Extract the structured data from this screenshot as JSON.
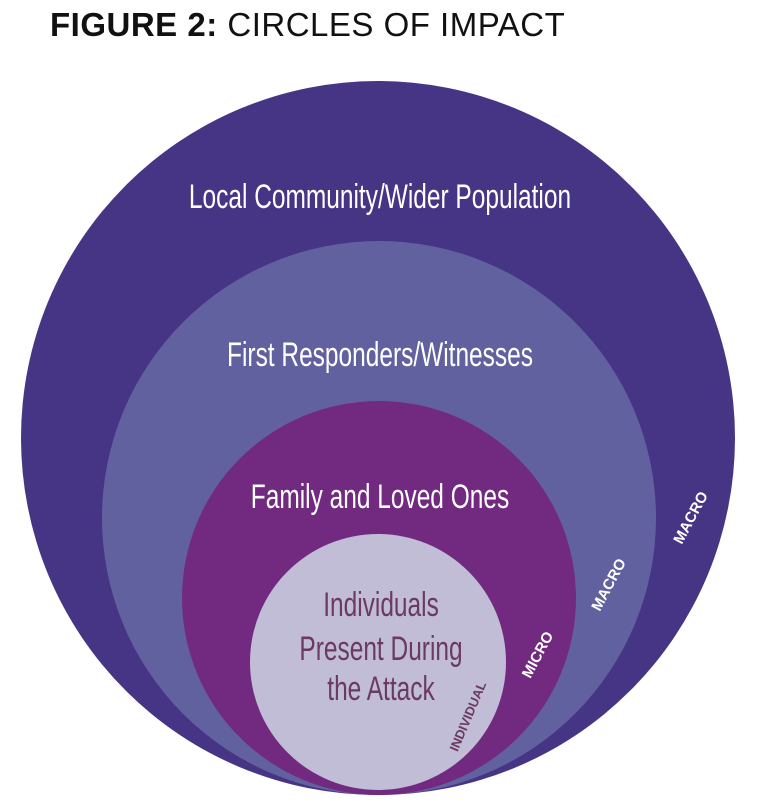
{
  "title": {
    "prefix": "FIGURE 2:",
    "text": "CIRCLES OF IMPACT"
  },
  "circles": [
    {
      "label": "Local Community/Wider Population",
      "tag": "MACRO",
      "color": "#463584"
    },
    {
      "label": "First Responders/Witnesses",
      "tag": "MACRO",
      "color": "#6261a0"
    },
    {
      "label": "Family and Loved Ones",
      "tag": "MICRO",
      "color": "#722a80"
    },
    {
      "label_lines": [
        "Individuals",
        "Present During",
        "the Attack"
      ],
      "tag": "INDIVIDUAL",
      "color": "#c1bdd7",
      "text_color": "#6b3a63"
    }
  ]
}
